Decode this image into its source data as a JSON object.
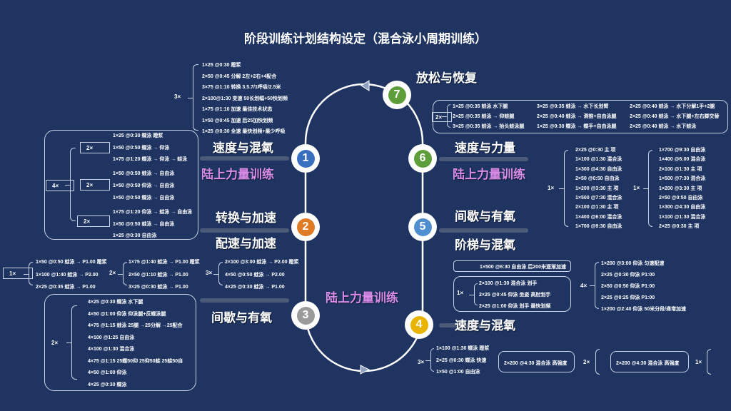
{
  "title": "阶段训练计划结构设定（混合泳小周期训练）",
  "headings": {
    "h7": "放松与恢复",
    "h1a": "速度与混氧",
    "h1b": "陆上力量训练",
    "h2a": "转换与加速",
    "h2b": "配速与加速",
    "h3": "间歇与有氧",
    "center": "陆上力量训练",
    "h6a": "速度与力量",
    "h6b": "陆上力量训练",
    "h5a": "间歇与有氧",
    "h5b": "阶梯与混氧",
    "h4": "速度与混氧"
  },
  "nodes": [
    {
      "num": "1",
      "color": "#3a6fc0"
    },
    {
      "num": "2",
      "color": "#e07b25"
    },
    {
      "num": "3",
      "color": "#9a9a9a"
    },
    {
      "num": "4",
      "color": "#e8b400"
    },
    {
      "num": "5",
      "color": "#4f8fd0"
    },
    {
      "num": "6",
      "color": "#5e9e3a"
    },
    {
      "num": "7",
      "color": "#5e9e3a"
    }
  ],
  "groupA": {
    "mult": "3×",
    "lines": [
      "1×25 @0:30 蹬浆",
      "2×50 @0:45 分解 2左+2右+4配合",
      "3×75 @1:10 转换 3.5.7/1呼吸/2.5米",
      "2×100@1:30 变速 50长划幅+50快划频",
      "1×75 @1:10 加速 最佳技术状态",
      "1×50 @0:45 加速 后25加快划频",
      "1×25 @0:30 全速 最快划频+最少呼吸"
    ]
  },
  "groupB": {
    "mult": "4×",
    "subs": [
      {
        "mult": "2×",
        "lines": [
          "1×25 @0:30 蝶泳 蹬浆",
          "1×50 @0:50 蝶泳 → 仰泳",
          "1×75 @1:20 蝶泳 → 仰泳 → 蛙泳"
        ]
      },
      {
        "mult": "2×",
        "lines": [
          "1×50 @0:50 蛙泳 → 自由泳",
          "1×50 @0:50 仰泳 → 自由泳",
          "1×50 @0:50 蝶泳 → 自由泳"
        ]
      },
      {
        "mult": "2×",
        "lines": [
          "1×75 @1:20 仰泳 → 蛙泳 → 自由泳",
          "1×50 @0:50 蛙泳 → 自由泳",
          "1×25 @0:30 自由泳"
        ]
      }
    ]
  },
  "groupC": [
    {
      "mult": "1×",
      "lines": [
        "1×50 @0:50 蛙泳 → P1.00 蹬浆",
        "1×100 @1:40 蛙泳 → P2.00",
        "2×25 @0:35 蛙泳 → P1.00"
      ]
    },
    {
      "mult": "2×",
      "lines": [
        "1×75 @1:40 蛙泳 → P1.00 蹬浆",
        "2×50 @1:10 蛙泳 → P1.00",
        "3×25 @0:30 蛙泳 → P1.00"
      ]
    },
    {
      "mult": "3×",
      "lines": [
        "2×100 @3:00 蛙泳 → P2.00 蹬浆",
        "4×50 @0:50 蛙泳 → P2.00",
        "4×25 @0:30 蛙泳 → P1.00"
      ]
    }
  ],
  "groupD": {
    "mult": "2×",
    "lines": [
      "4×25 @0:30 蝶泳 水下腿",
      "4×50 @1:00 仰泳 仰泳腿+反蝶泳腿",
      "4×75 @1:15 蛙泳 25腿 →25分解 →25配合",
      "4×100 @1:25 自由泳",
      "4×100 @1:30 混合泳",
      "4×75 @1:15 25蝶50仰 25仰50蛙 25蛙50自",
      "4×50 @1:00 仰泳",
      "4×25 @0:30 蝶泳"
    ]
  },
  "groupE": {
    "mult": "2×",
    "cols": [
      [
        "1×25 @0:35 蛙泳 水下腿",
        "2×25 @0:35 蛙泳 → 仰蛙腿",
        "3×25 @0:35 蛙泳 → 抬头蛙泳腿"
      ],
      [
        "3×25 @0:35 蛙泳 → 水下长划臂",
        "2×25 @0:40 蛙泳 → 滑推+自由泳腿",
        "1×25 @0:30 蝶泳 → 蝶手+自由泳腿"
      ],
      [
        "2×25 @0:40 蛙泳 → 水下分解1手+2腿",
        "2×25 @0:40 蛙泳 → 水下腿+左右脚交替",
        "2×25 @0:40 蛙泳 → 水下蛙泳"
      ]
    ]
  },
  "groupF": [
    {
      "mult": "1×",
      "lines": [
        "2×25 @0:30 主 项",
        "1×100 @1:30 混合泳",
        "1×300 @4:30 自由泳",
        "2×50 @0:50 自由泳",
        "1×200 @3:30 主 项",
        "1×500 @7:30 混合泳",
        "2×100 @1:30 主 项",
        "1×400 @6:00 混合泳",
        "1×700 @9:30 自由泳"
      ]
    },
    {
      "mult": "1×",
      "lines": [
        "1×700 @9:30 自由泳",
        "1×400 @6:00 混合泳",
        "2×100 @1:30 主 项",
        "1×500 @7:30 混合泳",
        "1×200 @3:30 主 项",
        "2×50 @0:50 自由泳",
        "1×300 @4:30 自由泳",
        "1×100 @1:30 混合泳",
        "2×25 @0:30 主 项"
      ]
    }
  ],
  "groupG": {
    "top": "1×500 @6:30 自由泳 后200米逐渐加速",
    "mult": "1×",
    "lines": [
      "2×100 @1:30 混合泳 划手",
      "2×25 @0:45 仰泳 坐姿 高肘划手",
      "2×25 @1:00 仰泳 划手 最快划频"
    ],
    "mult2": "4×",
    "lines2": [
      "1×200 @3:00 仰泳 匀速配速",
      "2×25 @0:30 仰泳 P1:00",
      "2×50 @0:50 仰泳 P1:00",
      "2×25 @0:25 仰泳 P1:00",
      "1×200 @2:40 仰泳 50米分段/递增加速"
    ]
  },
  "groupH": {
    "mult": "3×",
    "lines": [
      "1×100 @1:30 蝶泳 蹬浆",
      "2×25 @0:30 蝶泳 快速",
      "1×50 @1:00 自由泳"
    ],
    "box1": "2×200 @4:30 混合泳 高强度",
    "mult2": "2×",
    "box2": "2×200 @4:30 混合泳 高强度",
    "mult3": "1×"
  }
}
